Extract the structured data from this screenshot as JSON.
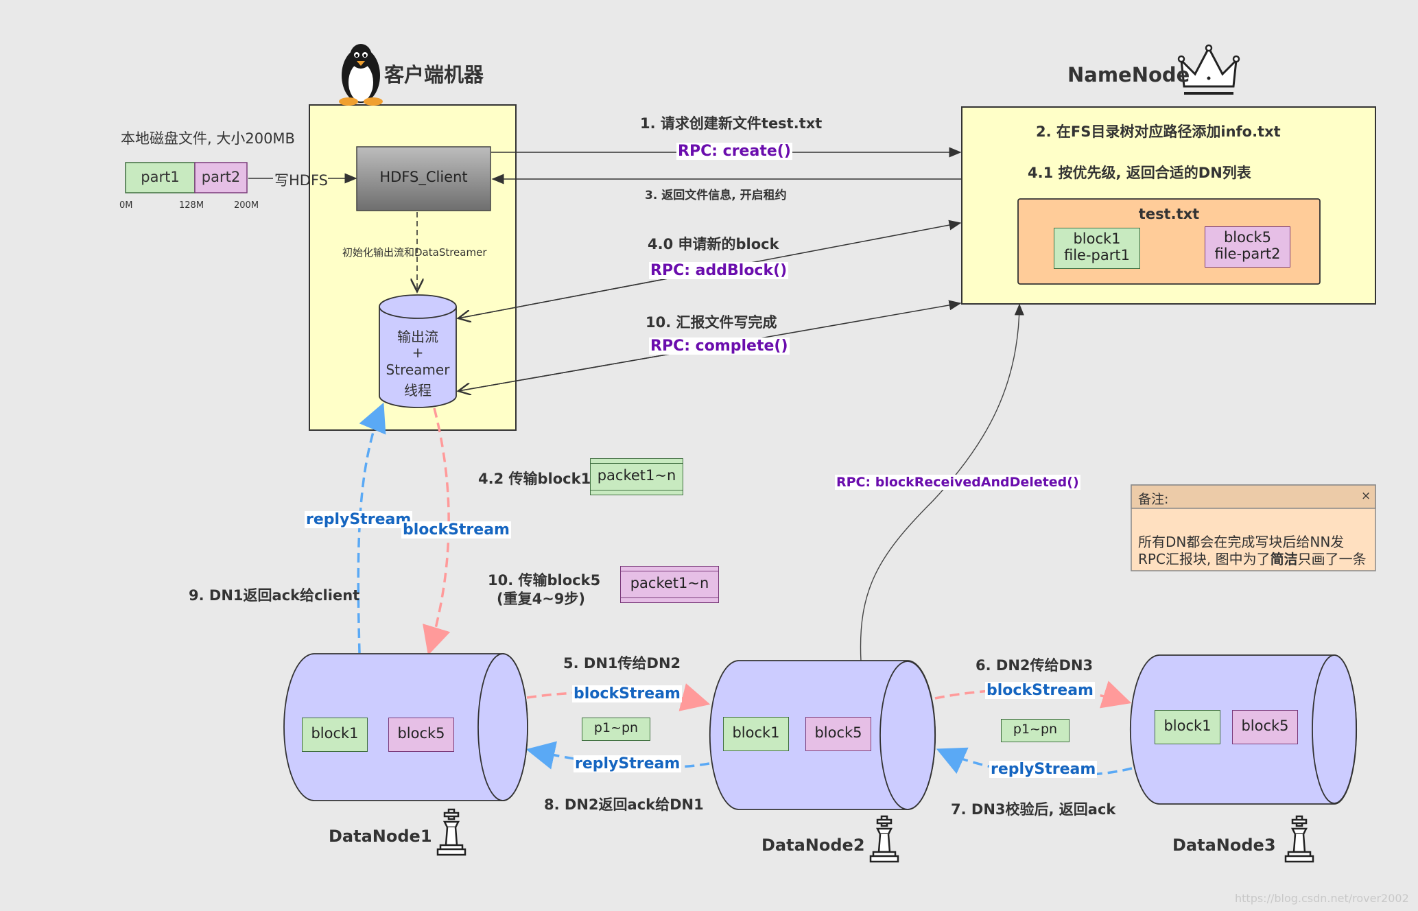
{
  "client": {
    "title": "客户端机器",
    "hdfs_client": "HDFS_Client",
    "init_label": "初始化输出流和DataStreamer",
    "stream_label": [
      "输出流",
      "+",
      "Streamer",
      "线程"
    ]
  },
  "local_file": {
    "caption": "本地磁盘文件, 大小200MB",
    "part1": "part1",
    "part2": "part2",
    "write_label": "写HDFS",
    "ticks": [
      "0M",
      "128M",
      "200M"
    ]
  },
  "namenode": {
    "title": "NameNode",
    "step2": "2. 在FS目录树对应路径添加info.txt",
    "step41": "4.1 按优先级, 返回合适的DN列表",
    "file_name": "test.txt",
    "blocks": [
      {
        "name": "block1",
        "sub": "file-part1"
      },
      {
        "name": "block5",
        "sub": "file-part2"
      }
    ]
  },
  "arrows": {
    "step1": "1. 请求创建新文件test.txt",
    "rpc_create": "RPC: create()",
    "step3": "3. 返回文件信息, 开启租约",
    "step40": "4.0 申请新的block",
    "rpc_addblock": "RPC: addBlock()",
    "step10_report": "10. 汇报文件写完成",
    "rpc_complete": "RPC: complete()",
    "rpc_blockreceived": "RPC: blockReceivedAndDeleted()",
    "step42": "4.2 传输block1",
    "step10_transfer": "10. 传输block5",
    "step10_repeat": "(重复4~9步)",
    "step9": "9. DN1返回ack给client",
    "step5": "5. DN1传给DN2",
    "step6": "6. DN2传给DN3",
    "step7": "7. DN3校验后, 返回ack",
    "step8": "8. DN2返回ack给DN1",
    "block_stream": "blockStream",
    "reply_stream": "replyStream"
  },
  "packets": {
    "packet_label": "packet1~n",
    "p_label": "p1~pn"
  },
  "datanodes": [
    {
      "name": "DataNode1",
      "blocks": [
        "block1",
        "block5"
      ]
    },
    {
      "name": "DataNode2",
      "blocks": [
        "block1",
        "block5"
      ]
    },
    {
      "name": "DataNode3",
      "blocks": [
        "block1",
        "block5"
      ]
    }
  ],
  "note": {
    "title": "备注:",
    "close": "×",
    "line1": "所有DN都会在完成写块后给NN发",
    "line2_a": "RPC汇报块, 图中为了",
    "line2_b": "简洁",
    "line2_c": "只画了一条"
  },
  "watermark": "https://blog.csdn.net/rover2002",
  "colors": {
    "client_bg": "#ffffc8",
    "namenode_bg": "#ffffc8",
    "file_bg": "#ffcc99",
    "datanode_fill": "#ccccff",
    "green_block": "#c8eac0",
    "pink_block": "#e6bfe6",
    "rpc_text": "#6a0dad",
    "stream_text": "#1565c0",
    "block_stream_arrow": "#ff9a9a",
    "reply_stream_arrow": "#5aa9f5"
  }
}
